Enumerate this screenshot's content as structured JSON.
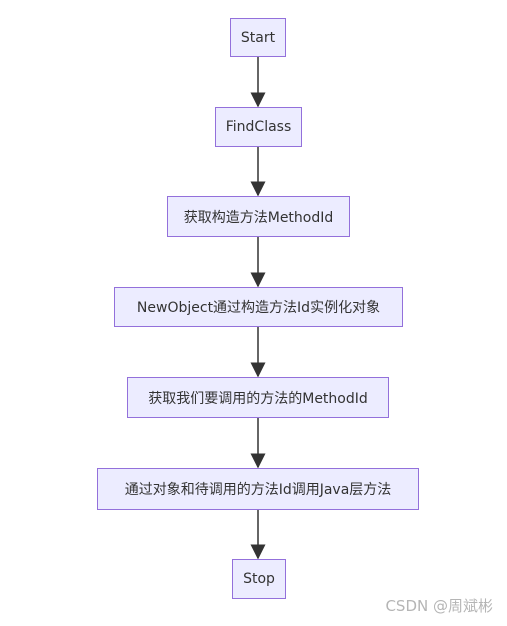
{
  "flowchart": {
    "nodes": [
      {
        "id": "start",
        "label": "Start"
      },
      {
        "id": "findclass",
        "label": "FindClass"
      },
      {
        "id": "get-ctor",
        "label": "获取构造方法MethodId"
      },
      {
        "id": "newobject",
        "label": "NewObject通过构造方法Id实例化对象"
      },
      {
        "id": "get-method",
        "label": "获取我们要调用的方法的MethodId"
      },
      {
        "id": "call-method",
        "label": "通过对象和待调用的方法Id调用Java层方法"
      },
      {
        "id": "stop",
        "label": "Stop"
      }
    ],
    "edges": [
      {
        "from": "start",
        "to": "findclass"
      },
      {
        "from": "findclass",
        "to": "get-ctor"
      },
      {
        "from": "get-ctor",
        "to": "newobject"
      },
      {
        "from": "newobject",
        "to": "get-method"
      },
      {
        "from": "get-method",
        "to": "call-method"
      },
      {
        "from": "call-method",
        "to": "stop"
      }
    ]
  },
  "watermark": "CSDN @周斌彬",
  "colors": {
    "node_fill": "#ececff",
    "node_border": "#9370db",
    "edge": "#333333"
  }
}
